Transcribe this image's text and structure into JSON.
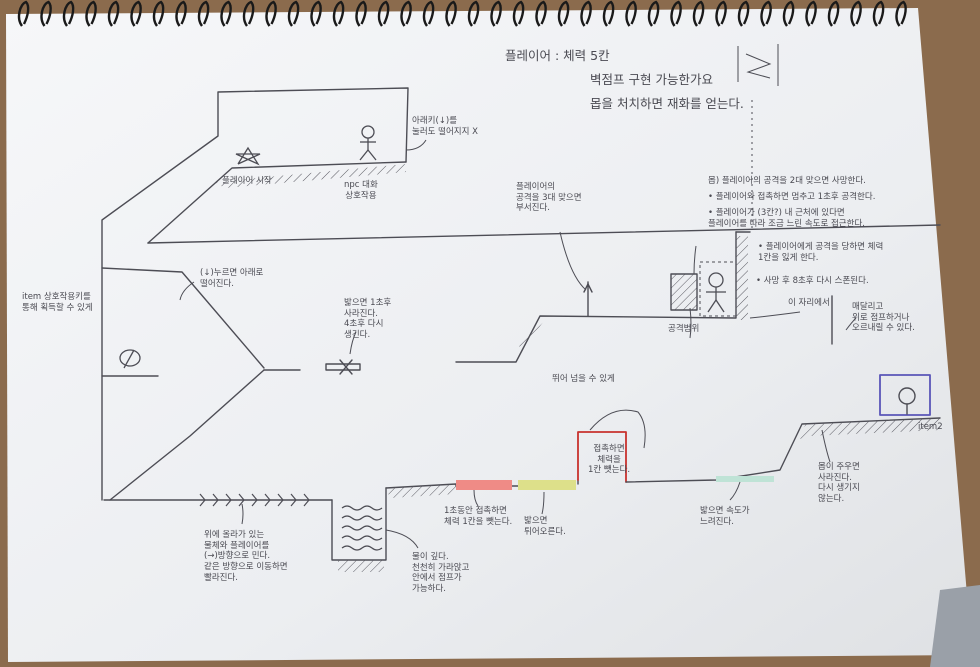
{
  "player_info": {
    "line1": "플레이어 : 체력 5칸",
    "line2": "벽점프 구현 가능한가요",
    "line3": "몹을 처치하면 재화를 얻는다."
  },
  "notes": {
    "press_down": "아래키(↓)를\n눌러도 떨어지지 X",
    "player_start": "플레이어 시작",
    "npc_talk": "npc 대화\n상호작용",
    "break_attack": "플레이어의\n공격을 3대 맞으면\n부서진다.",
    "down_fall": "(↓)누르면 아래로\n떨어진다.",
    "item_hint": "item 상호작용키를\n통해 획득할 수 있게",
    "disappear_platform": "밟으면 1초후\n사라진다.\n4초후 다시\n생긴다.",
    "enemy_rule_1": "몹) 플레이어의 공격을 2대 맞으면 사망한다.",
    "enemy_rule_2": "• 플레이어와 접촉하면 멈추고 1초후 공격한다.",
    "enemy_rule_3": "• 플레이어가 (3칸?) 내 근처에 있다면\n플레이어를 따라 조금 느린 속도로 접근한다.",
    "enemy_rule_4": "• 플레이어에게 공격을 당하면 체력\n1칸을 잃게 한다.",
    "enemy_rule_5": "• 사망 후 8초후 다시 스폰된다.",
    "attack_range": "공격범위",
    "this_place": "이 자리에서",
    "hang_on": "매달리고\n위로 점프하거나\n오르내릴 수 있다.",
    "conveyor": "위에 올라가 있는\n물체와 플레이어를\n(→)방향으로 민다.\n같은 방향으로 이동하면\n빨라진다.",
    "water": "물이 깊다.\n천천히 가라앉고\n안에서 점프가\n가능하다.",
    "red_pad": "1초동안 접촉하면\n체력 1칸을 뺏는다.",
    "yellow_pad": "밟으면\n튀어오른다.",
    "jump_over": "뛰어 넘을 수 있게",
    "red_wall": "접촉하면\n체력을\n1칸 뺏는다.",
    "teal_pad": "밟으면 속도가\n느려진다.",
    "item_respawn": "몹이 주우면\n사라진다.\n다시 생기지\n않는다.",
    "item2": "item2"
  },
  "colors": {
    "pencil": "#4d4d55",
    "paper": "#f3f4f6",
    "red_pad": "#ef8b86",
    "yellow_pad": "#dde08a",
    "teal_pad": "#bfe3d6",
    "red_wall": "#c8322e",
    "item_box": "#5a55b8"
  }
}
